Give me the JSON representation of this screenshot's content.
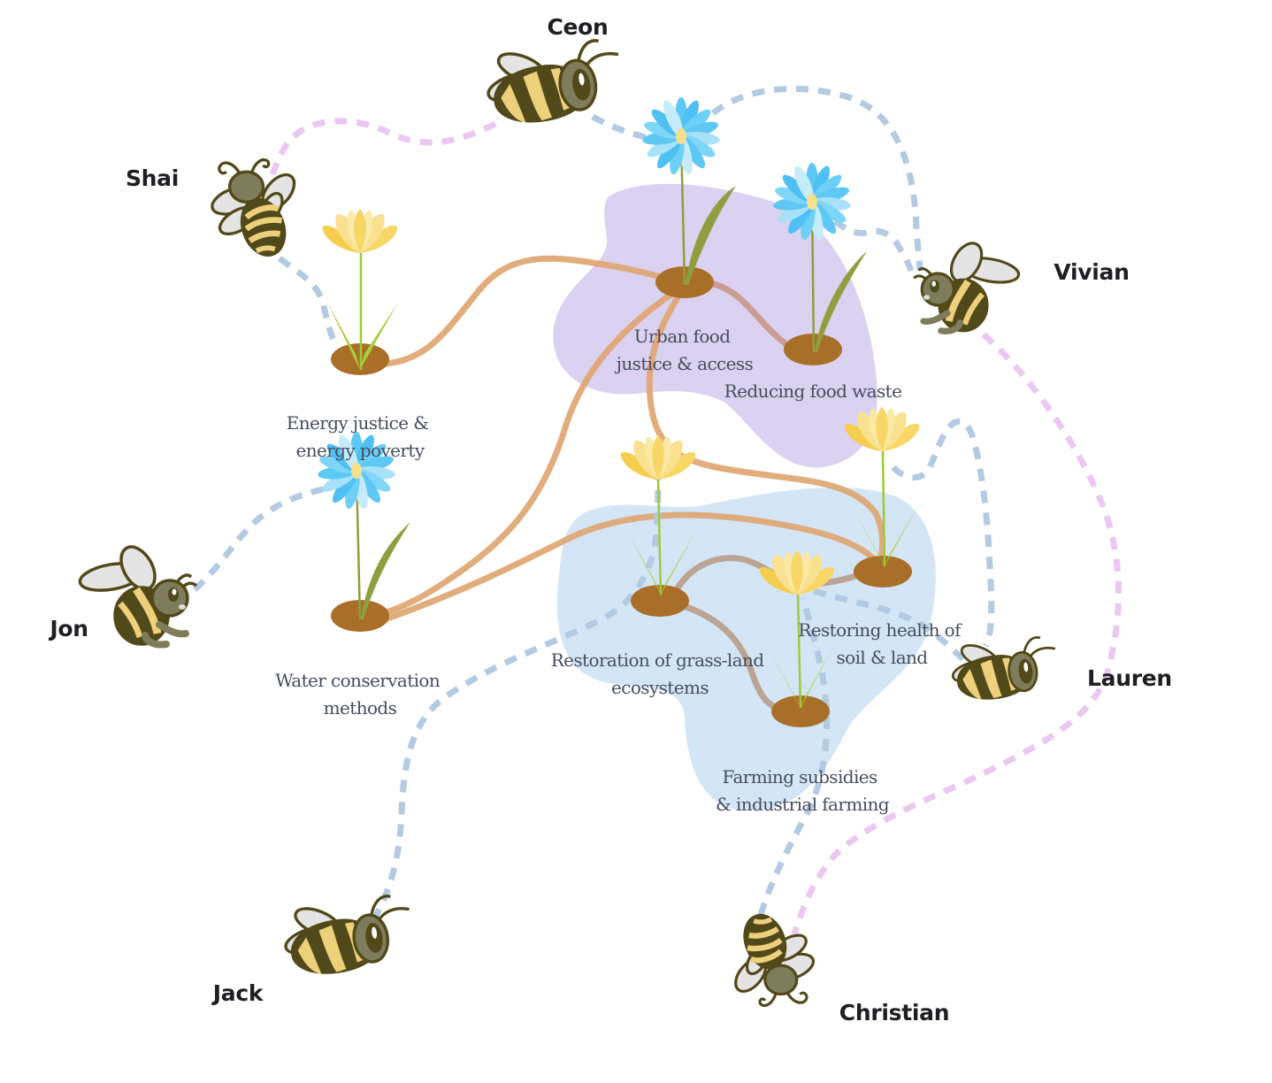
{
  "diagram": {
    "type": "concept-network",
    "description": "Bees (people) connected by dashed flight paths to flowers (topics); flowers connected by roots; topics grouped into regions"
  },
  "regions": [
    {
      "name": "food",
      "color": "#dbd1f1"
    },
    {
      "name": "land",
      "color": "#d4e6f6"
    }
  ],
  "colors": {
    "blue_dash": "#b3cae3",
    "pink_dash": "#ebc8f1",
    "root_orange": "#dfa46f",
    "root_tan": "#b9a08d",
    "soil": "#a96f28",
    "bee_body": "#51491a",
    "bee_stripe": "#ecd07b",
    "bee_head": "#7f7c5b",
    "bee_wing": "#e4e4e4",
    "flower_blue": "#5ec8f5",
    "flower_yellow": "#f8d766",
    "label_text": "#454d5c",
    "name_text": "#1f1e22"
  },
  "bees": [
    {
      "id": "ceon",
      "name": "Ceon"
    },
    {
      "id": "shai",
      "name": "Shai"
    },
    {
      "id": "vivian",
      "name": "Vivian"
    },
    {
      "id": "jon",
      "name": "Jon"
    },
    {
      "id": "lauren",
      "name": "Lauren"
    },
    {
      "id": "jack",
      "name": "Jack"
    },
    {
      "id": "christian",
      "name": "Christian"
    }
  ],
  "topics": [
    {
      "id": "energy",
      "lines": [
        "Energy justice &",
        "energy poverty"
      ],
      "flower": "yellow",
      "region": null
    },
    {
      "id": "urban",
      "lines": [
        "Urban food",
        "justice & access"
      ],
      "flower": "blue",
      "region": "food"
    },
    {
      "id": "waste",
      "lines": [
        "Reducing food waste"
      ],
      "flower": "blue",
      "region": "food"
    },
    {
      "id": "water",
      "lines": [
        "Water conservation",
        "methods"
      ],
      "flower": "blue",
      "region": null
    },
    {
      "id": "grass",
      "lines": [
        "Restoration of grass-land",
        "ecosystems"
      ],
      "flower": "yellow",
      "region": "land"
    },
    {
      "id": "soil",
      "lines": [
        "Restoring health of",
        "soil & land"
      ],
      "flower": "yellow",
      "region": "land"
    },
    {
      "id": "farm",
      "lines": [
        "Farming subsidies",
        "& industrial farming"
      ],
      "flower": "yellow",
      "region": "land"
    }
  ],
  "flight_paths": [
    {
      "from": "ceon",
      "to": "shai",
      "style": "pink"
    },
    {
      "from": "ceon",
      "to": "urban",
      "style": "blue"
    },
    {
      "from": "urban",
      "to": "vivian",
      "style": "blue"
    },
    {
      "from": "waste",
      "to": "vivian",
      "style": "blue"
    },
    {
      "from": "shai",
      "to": "energy",
      "style": "blue"
    },
    {
      "from": "vivian",
      "to": "christian",
      "style": "pink"
    },
    {
      "from": "jon",
      "to": "water",
      "style": "blue"
    },
    {
      "from": "jack",
      "to": "grass",
      "style": "blue"
    },
    {
      "from": "soil",
      "to": "lauren",
      "style": "blue"
    },
    {
      "from": "farm",
      "to": "lauren",
      "style": "blue"
    },
    {
      "from": "christian",
      "to": "farm",
      "style": "blue"
    }
  ],
  "roots": [
    {
      "from": "energy",
      "to": "urban"
    },
    {
      "from": "urban",
      "to": "waste"
    },
    {
      "from": "urban",
      "to": "water"
    },
    {
      "from": "urban",
      "to": "soil"
    },
    {
      "from": "water",
      "to": "soil"
    },
    {
      "from": "grass",
      "to": "farm"
    },
    {
      "from": "grass",
      "to": "soil"
    }
  ]
}
